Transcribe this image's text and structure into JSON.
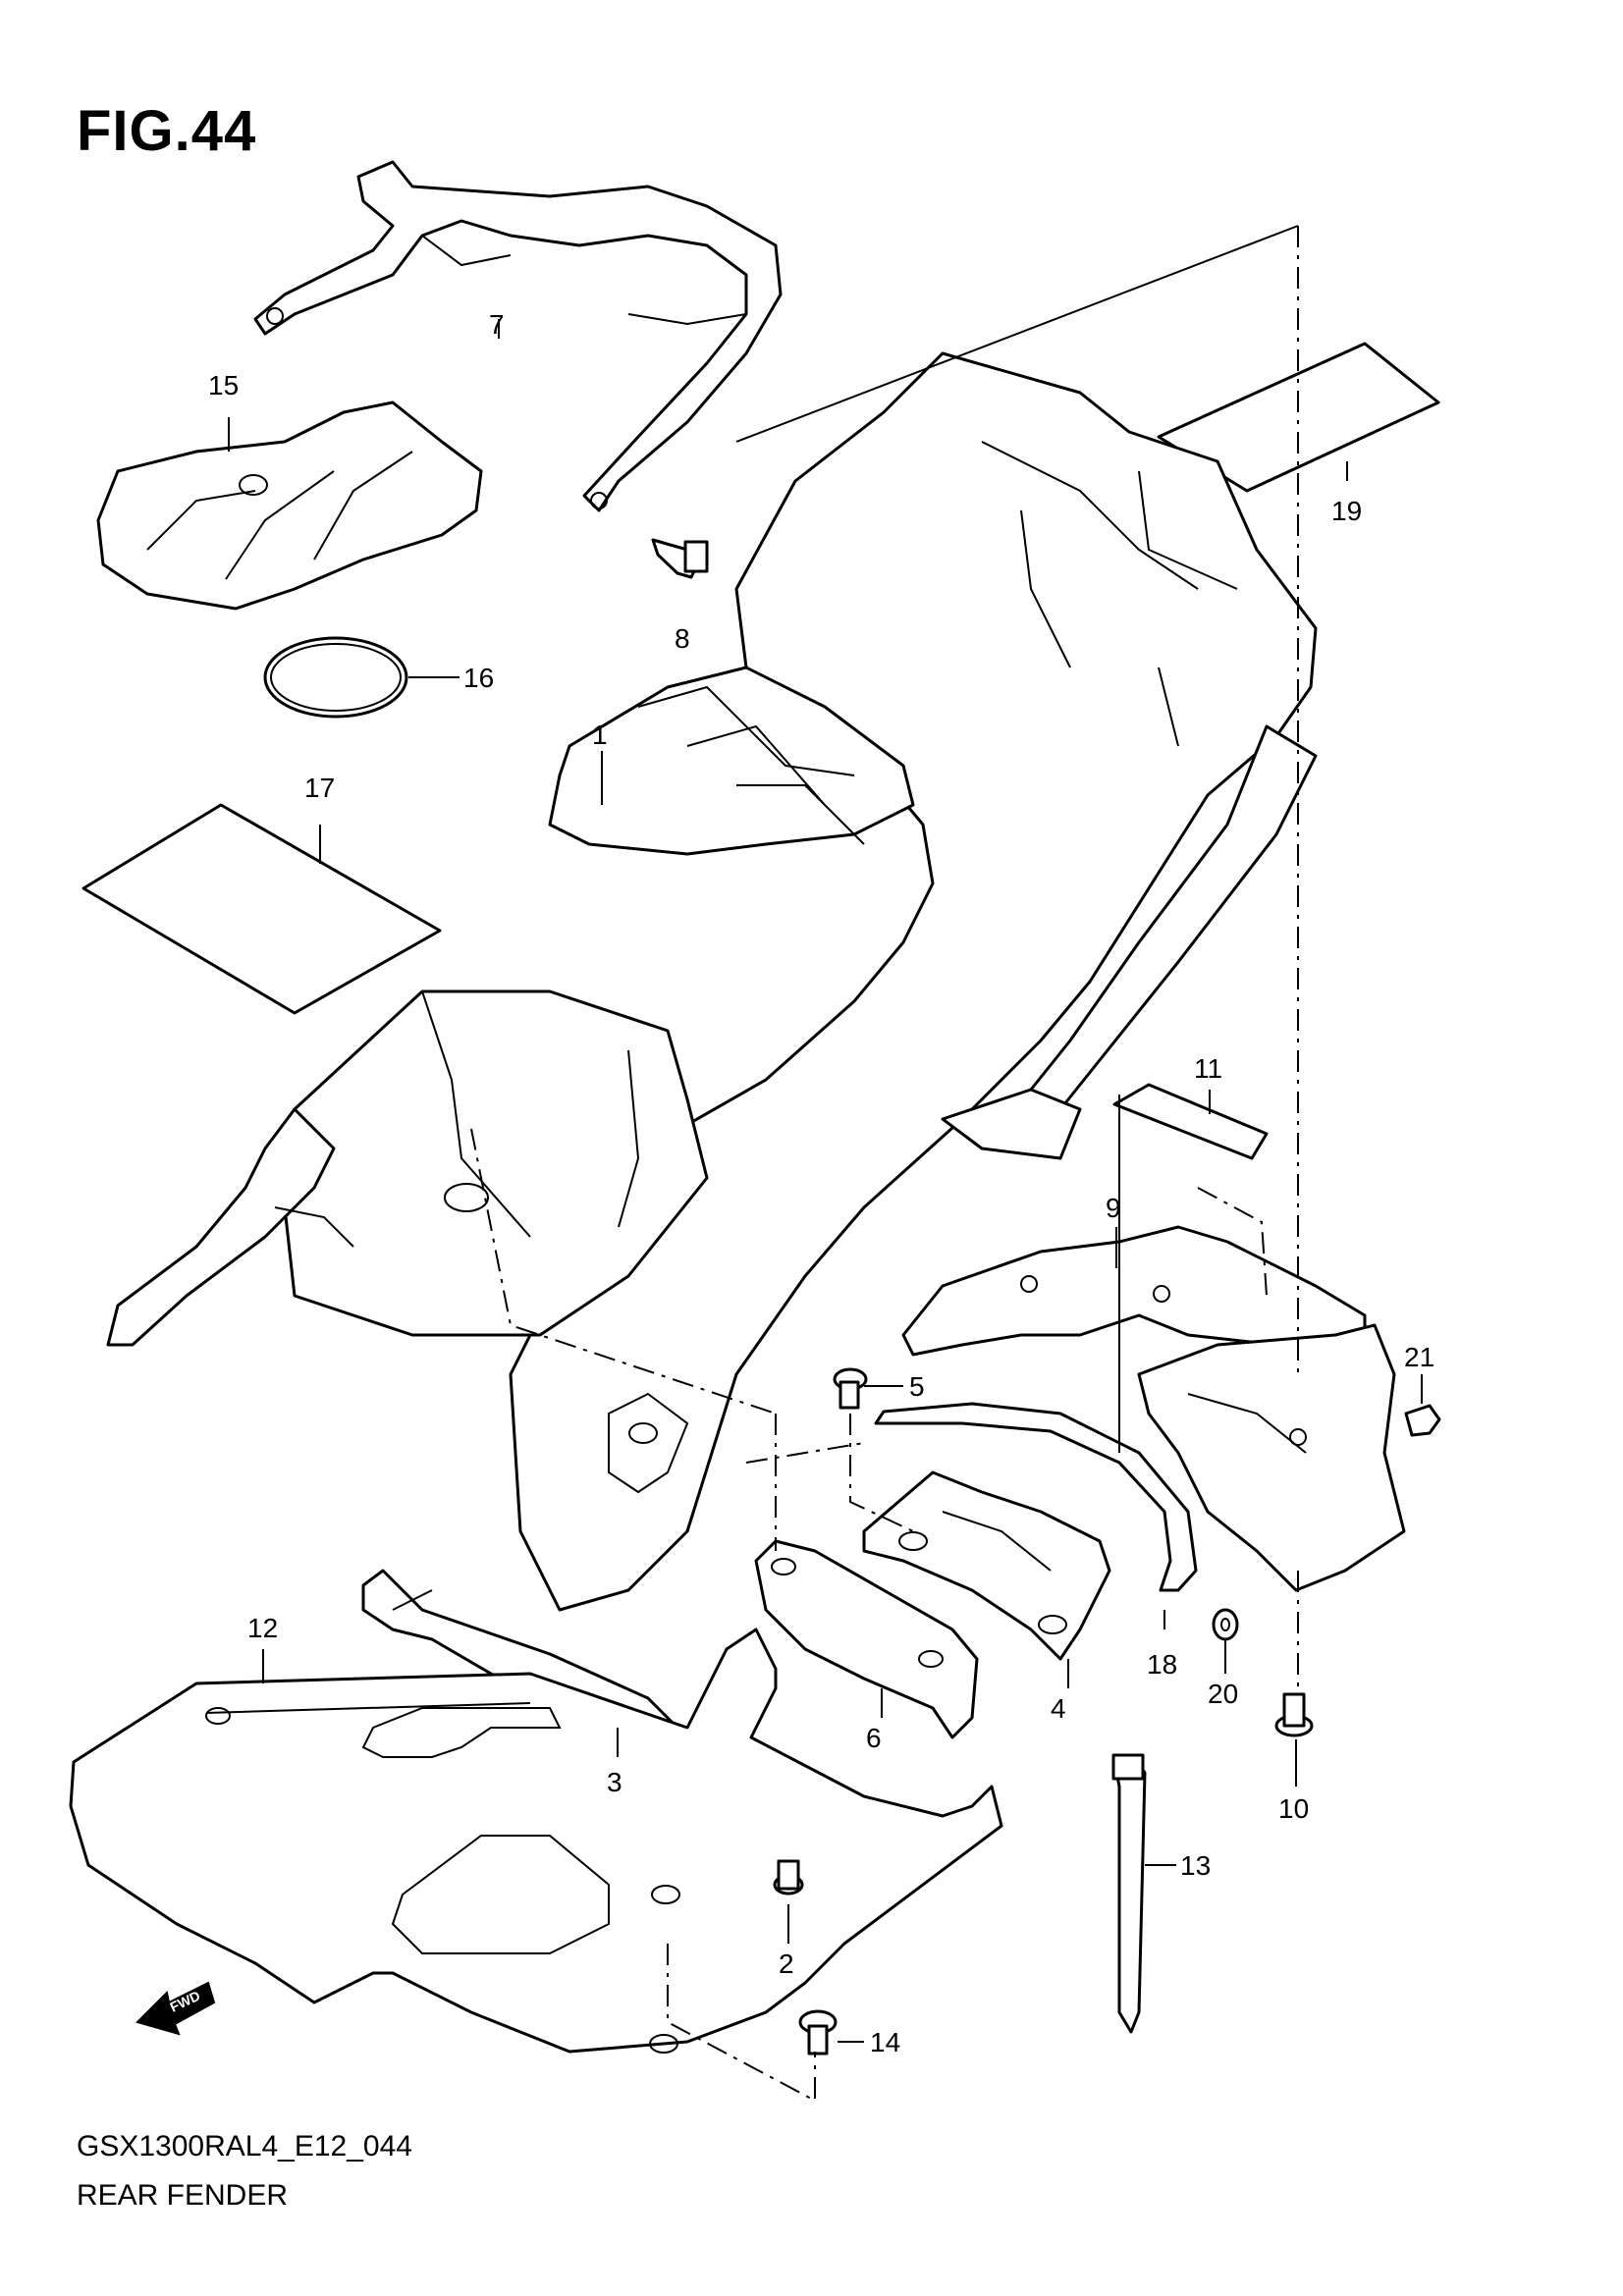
{
  "figure": {
    "title": "FIG.44",
    "model_code": "GSX1300RAL4_E12_044",
    "name": "REAR FENDER",
    "fwd_label": "FWD"
  },
  "callouts": [
    "1",
    "2",
    "3",
    "4",
    "5",
    "6",
    "7",
    "8",
    "9",
    "10",
    "11",
    "12",
    "13",
    "14",
    "15",
    "16",
    "17",
    "18",
    "19",
    "20",
    "21"
  ]
}
